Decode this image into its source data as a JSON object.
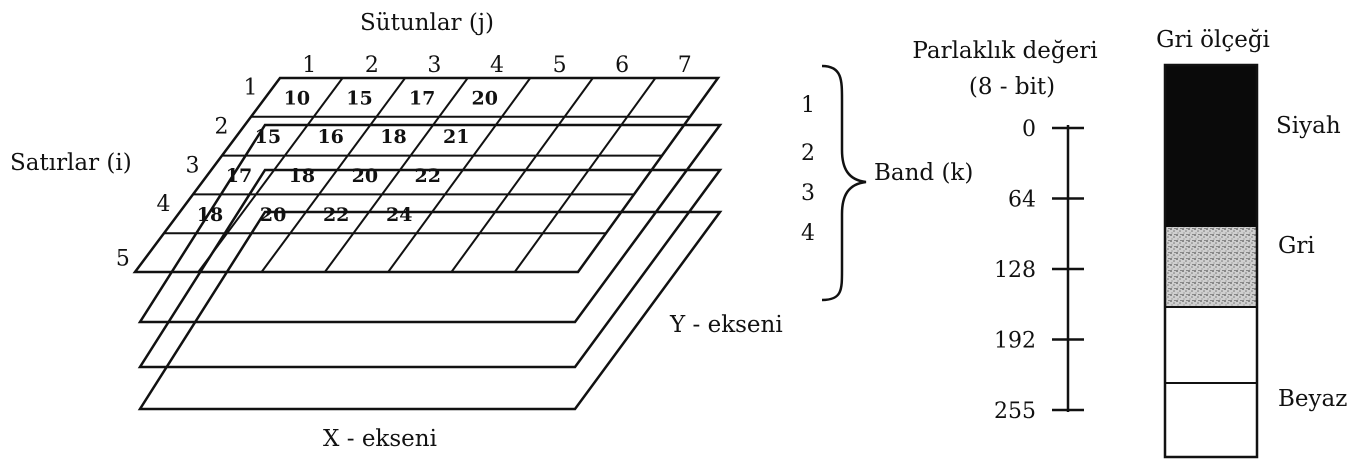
{
  "labels": {
    "columns": "Sütunlar (j)",
    "rows": "Satırlar (i)",
    "band": "Band (k)",
    "y_axis": "Y - ekseni",
    "x_axis": "X - ekseni",
    "brightness_line1": "Parlaklık değeri",
    "brightness_line2": "(8 - bit)",
    "grayscale": "Gri ölçeği"
  },
  "column_numbers": [
    "1",
    "2",
    "3",
    "4",
    "5",
    "6",
    "7"
  ],
  "row_numbers": [
    "1",
    "2",
    "3",
    "4",
    "5"
  ],
  "band_numbers": [
    "1",
    "2",
    "3",
    "4"
  ],
  "cell_values": [
    [
      "10",
      "15",
      "17",
      "20"
    ],
    [
      "15",
      "16",
      "18",
      "21"
    ],
    [
      "17",
      "18",
      "20",
      "22"
    ],
    [
      "18",
      "20",
      "22",
      "24"
    ]
  ],
  "scale_ticks": [
    "0",
    "64",
    "128",
    "192",
    "255"
  ],
  "gray_labels": {
    "black": "Siyah",
    "gray": "Gri",
    "white": "Beyaz"
  }
}
